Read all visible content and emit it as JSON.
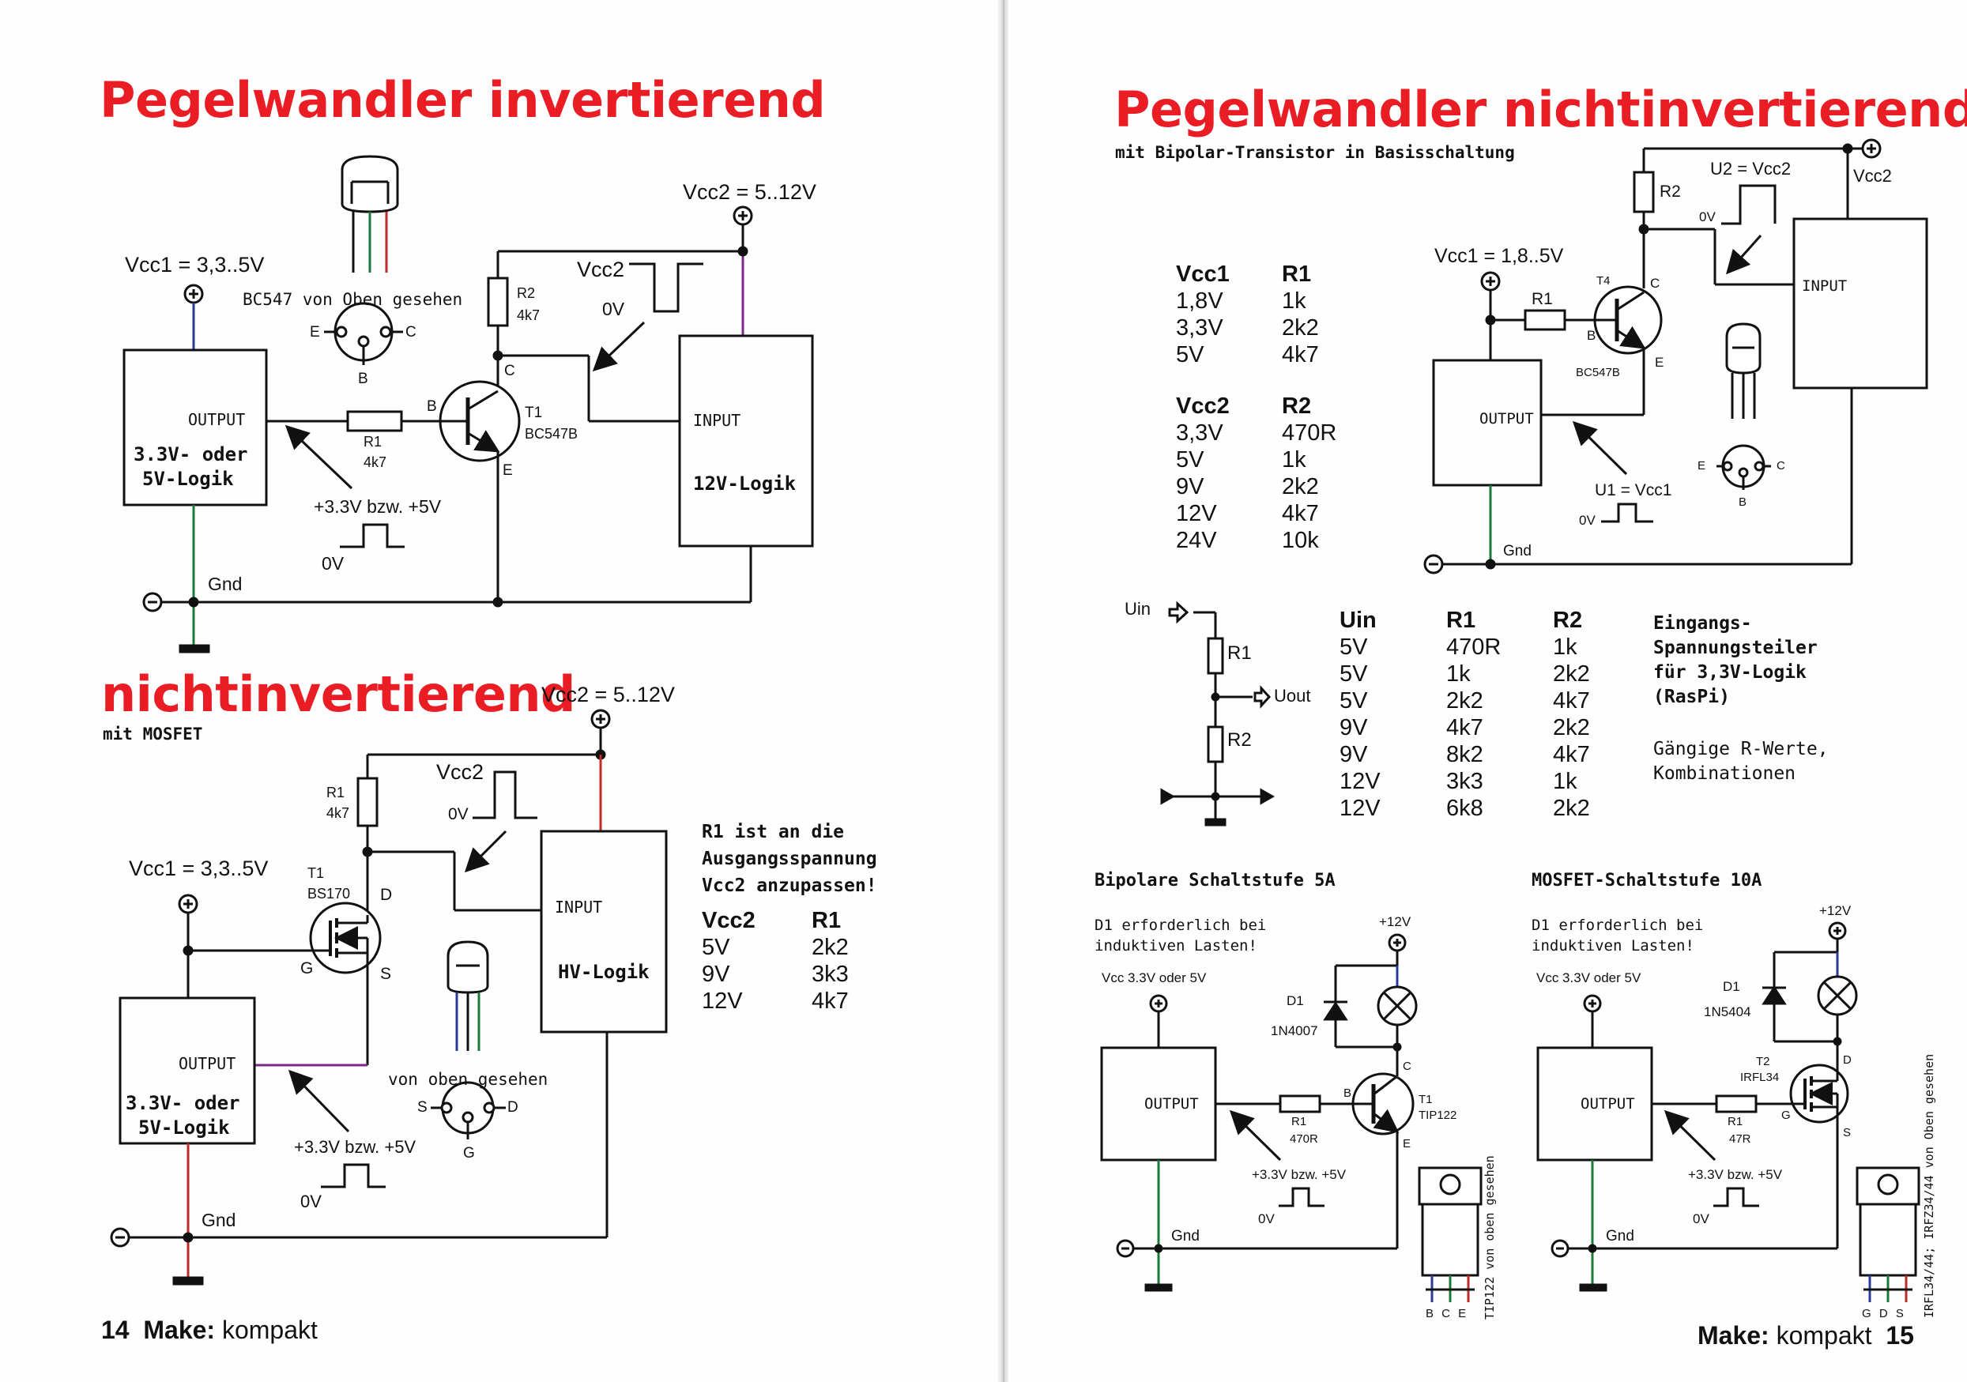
{
  "left_page": {
    "title_inverting": "Pegelwandler invertierend",
    "title_noninverting": "nichtinvertierend",
    "subtitle_mosfet": "mit MOSFET",
    "folio_number": "14",
    "folio_brand": "Make:",
    "folio_name": "kompakt",
    "inv": {
      "vcc2": "Vcc2 = 5..12V",
      "vcc1": "Vcc1 = 3,3..5V",
      "bc547_view": "BC547 von Oben gesehen",
      "pin_e": "E",
      "pin_c": "C",
      "pin_b": "B",
      "vcc2_small": "Vcc2",
      "zero_v": "0V",
      "r2_name": "R2",
      "r2_value": "4k7",
      "r1_name": "R1",
      "r1_value": "4k7",
      "t1_name": "T1",
      "t1_type": "BC547B",
      "output": "OUTPUT",
      "logic_in_1": "3.3V- oder",
      "logic_in_2": "5V-Logik",
      "input": "INPUT",
      "logic_out": "12V-Logik",
      "input_pulse": "+3.3V bzw. +5V",
      "gnd": "Gnd"
    },
    "mos": {
      "vcc2": "Vcc2 = 5..12V",
      "vcc1": "Vcc1 = 3,3..5V",
      "r1_name": "R1",
      "r1_value": "4k7",
      "vcc2_small": "Vcc2",
      "zero_v": "0V",
      "t1_name": "T1",
      "t1_type": "BS170",
      "pin_d": "D",
      "pin_g": "G",
      "pin_s": "S",
      "input": "INPUT",
      "logic_out": "HV-Logik",
      "output": "OUTPUT",
      "logic_in_1": "3.3V- oder",
      "logic_in_2": "5V-Logik",
      "view": "von oben gesehen",
      "input_pulse": "+3.3V bzw. +5V",
      "gnd": "Gnd"
    },
    "note": [
      "R1 ist an die",
      "Ausgangsspannung",
      "Vcc2 anzupassen!"
    ],
    "table": {
      "headers": [
        "Vcc2",
        "R1"
      ],
      "rows": [
        [
          "5V",
          "2k2"
        ],
        [
          "9V",
          "3k3"
        ],
        [
          "12V",
          "4k7"
        ]
      ]
    }
  },
  "right_page": {
    "title": "Pegelwandler nichtinvertierend",
    "subtitle": "mit Bipolar-Transistor in Basisschaltung",
    "folio_brand": "Make:",
    "folio_name": "kompakt",
    "folio_number": "15",
    "table_r1": {
      "headers": [
        "Vcc1",
        "R1"
      ],
      "rows": [
        [
          "1,8V",
          "1k"
        ],
        [
          "3,3V",
          "2k2"
        ],
        [
          "5V",
          "4k7"
        ]
      ]
    },
    "table_r2": {
      "headers": [
        "Vcc2",
        "R2"
      ],
      "rows": [
        [
          "3,3V",
          "470R"
        ],
        [
          "5V",
          "1k"
        ],
        [
          "9V",
          "2k2"
        ],
        [
          "12V",
          "4k7"
        ],
        [
          "24V",
          "10k"
        ]
      ]
    },
    "base": {
      "r2_name": "R2",
      "u2": "U2 = Vcc2",
      "zero_v": "0V",
      "vcc2": "Vcc2",
      "vcc1": "Vcc1 = 1,8..5V",
      "r1_name": "R1",
      "t4_name": "T4",
      "t4_type": "BC547B",
      "pin_c": "C",
      "pin_b": "B",
      "pin_e": "E",
      "input": "INPUT",
      "output": "OUTPUT",
      "u1": "U1 = Vcc1",
      "gnd": "Gnd"
    },
    "divider": {
      "uin": "Uin",
      "uout": "Uout",
      "r1_name": "R1",
      "r2_name": "R2",
      "headers": [
        "Uin",
        "R1",
        "R2"
      ],
      "rows": [
        [
          "5V",
          "470R",
          "1k"
        ],
        [
          "5V",
          "1k",
          "2k2"
        ],
        [
          "5V",
          "2k2",
          "4k7"
        ],
        [
          "9V",
          "4k7",
          "2k2"
        ],
        [
          "9V",
          "8k2",
          "4k7"
        ],
        [
          "12V",
          "3k3",
          "1k"
        ],
        [
          "12V",
          "6k8",
          "2k2"
        ]
      ],
      "caption": [
        "Eingangs-",
        "Spannungsteiler",
        "für 3,3V-Logik",
        "(RasPi)"
      ],
      "caption2": [
        "Gängige R-Werte,",
        "Kombinationen"
      ]
    },
    "bipolar_stage": {
      "title": "Bipolare Schaltstufe 5A",
      "note": [
        "D1 erforderlich bei",
        "induktiven Lasten!"
      ],
      "supply": "+12V",
      "vcc": "Vcc 3.3V oder 5V",
      "d1_name": "D1",
      "d1_type": "1N4007",
      "output": "OUTPUT",
      "r1_name": "R1",
      "r1_value": "470R",
      "t1_name": "T1",
      "t1_type": "TIP122",
      "pin_b": "B",
      "pin_c": "C",
      "pin_e": "E",
      "input_pulse": "+3.3V bzw. +5V",
      "zero_v": "0V",
      "gnd": "Gnd",
      "package_view": "TIP122 von oben gesehen",
      "package_pins": "B C E"
    },
    "mosfet_stage": {
      "title": "MOSFET-Schaltstufe 10A",
      "note": [
        "D1 erforderlich bei",
        "induktiven Lasten!"
      ],
      "supply": "+12V",
      "vcc": "Vcc 3.3V oder 5V",
      "d1_name": "D1",
      "d1_type": "1N5404",
      "t2_name": "T2",
      "t2_type": "IRFL34",
      "output": "OUTPUT",
      "r1_name": "R1",
      "r1_value": "47R",
      "pin_g": "G",
      "pin_d": "D",
      "pin_s": "S",
      "input_pulse": "+3.3V bzw. +5V",
      "zero_v": "0V",
      "gnd": "Gnd",
      "package_view": "IRFL34/44; IRFZ34/44 von Oben gesehen",
      "package_pins": "G D S"
    }
  }
}
